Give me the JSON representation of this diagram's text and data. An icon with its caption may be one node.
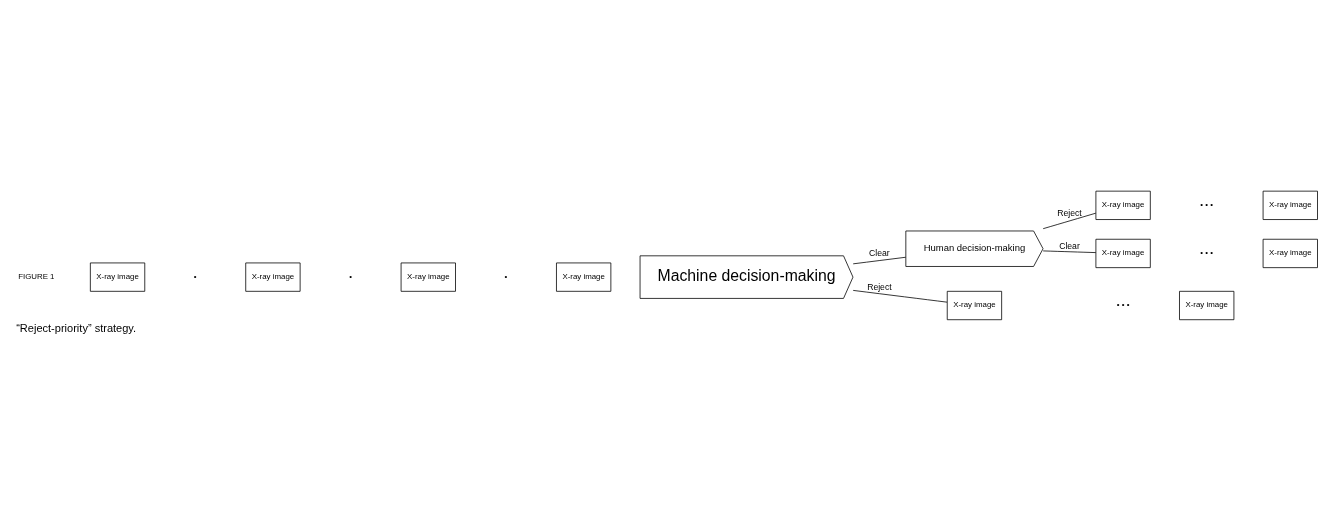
{
  "diagram": {
    "caption": "“Reject-priority” strategy.",
    "nodes": [
      {
        "text": [
          "X-ray image"
        ]
      },
      {
        "text": [
          "X-ray image"
        ]
      },
      {
        "text": [
          "X-ray image"
        ]
      },
      {
        "text": [
          "X-ray image"
        ]
      },
      {
        "text": [
          "Machine decision-making"
        ]
      },
      {
        "text": [
          "Human decision-making"
        ]
      },
      {
        "text": [
          "X-ray image"
        ]
      },
      {
        "text": [
          "X-ray image"
        ]
      },
      {
        "text": [
          "X-ray image"
        ]
      },
      {
        "text": [
          "X-ray image"
        ]
      },
      {
        "text": [
          "X-ray image"
        ]
      },
      {
        "text": [
          "X-ray image"
        ]
      }
    ],
    "edges": [
      {
        "from": 4,
        "to": 6,
        "arrow": "none",
        "label": "Reject"
      },
      {
        "from": 4,
        "to": 5,
        "arrow": "none",
        "label": "Clear"
      },
      {
        "from": 5,
        "to": 8,
        "arrow": "none",
        "label": "Reject"
      },
      {
        "from": 5,
        "to": 10,
        "arrow": "none",
        "label": "Clear"
      }
    ],
    "labels": [
      "•",
      "•",
      "•",
      "• • •",
      "• • •",
      "• • •",
      "FIGURE 1"
    ]
  }
}
